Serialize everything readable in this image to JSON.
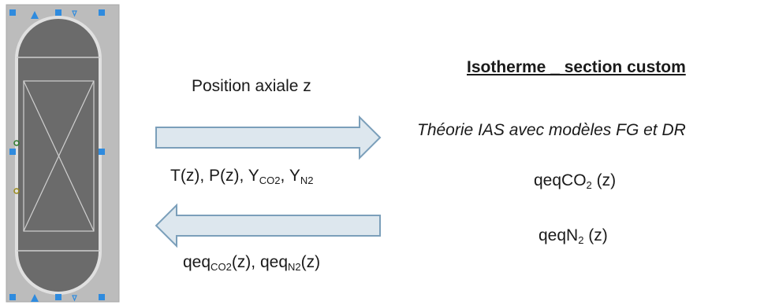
{
  "column": {
    "name": "adsorption-column"
  },
  "arrows": {
    "fill": "#dde7ee",
    "stroke": "#7b9fba"
  },
  "left": {
    "axial_label": "Position axiale z",
    "inputs": {
      "prefix": "T(z), P(z), Y",
      "sub1": "CO2",
      "mid": ", Y",
      "sub2": "N2"
    },
    "outputs": {
      "p1": "qeq",
      "sub1": "CO2",
      "p2": "(z), qeq",
      "sub2": "N2",
      "p3": "(z)"
    }
  },
  "right": {
    "title": "Isotherme _ section custom",
    "theory": "Théorie IAS   avec modèles FG et DR",
    "q_co2": {
      "p1": "qeqCO",
      "sub": "2",
      "p2": " (z)"
    },
    "q_n2": {
      "p1": "qeqN",
      "sub": "2",
      "p2": " (z)"
    }
  }
}
